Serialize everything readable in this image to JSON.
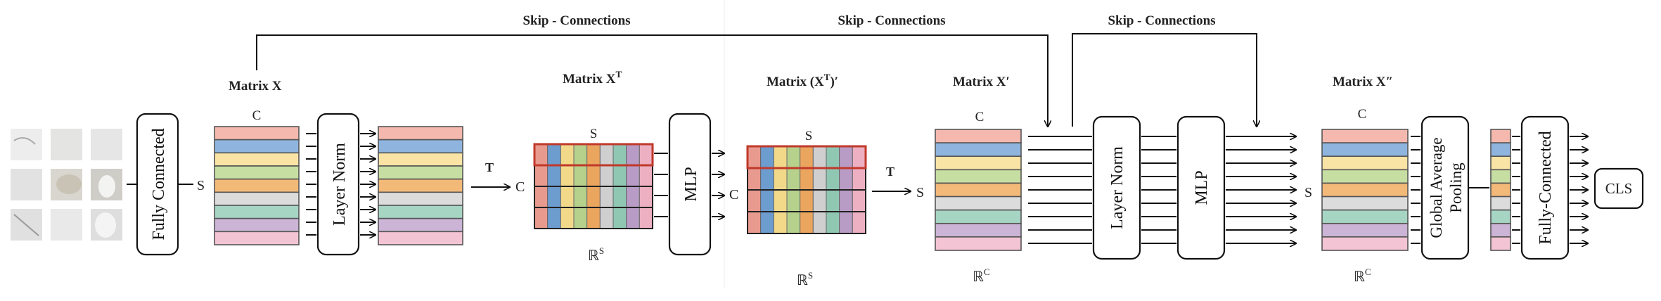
{
  "labels": {
    "skip_connections_1": "Skip - Connections",
    "skip_connections_2": "Skip - Connections",
    "skip_connections_3": "Skip - Connections",
    "fully_connected_1": "Fully Connected",
    "layer_norm_1": "Layer Norm",
    "mlp_1": "MLP",
    "layer_norm_2": "Layer Norm",
    "mlp_2": "MLP",
    "global_average_pooling_line1": "Global Average",
    "global_average_pooling_line2": "Pooling",
    "fully_connected_2": "Fully-Connected",
    "cls": "CLS",
    "matrix_x": "Matrix X",
    "matrix_xt": "Matrix X",
    "matrix_xt_sup": "T",
    "matrix_xt_prime": "Matrix (X",
    "matrix_xt_prime_sup": "T",
    "matrix_xt_prime_end": ")′",
    "matrix_x_prime": "Matrix X′",
    "matrix_x_double_prime": "Matrix X″",
    "dim_c": "C",
    "dim_s": "S",
    "transpose": "T",
    "real_s": "ℝ",
    "real_s_sup": "S",
    "real_c": "ℝ",
    "real_c_sup": "C"
  },
  "colors": {
    "row_colors": [
      "#f4b8ae",
      "#8fb5df",
      "#f9e3a5",
      "#c6dea2",
      "#f3b978",
      "#dcdcdc",
      "#a6d5c4",
      "#cbb4d6",
      "#f3c4d3"
    ],
    "col_colors": [
      "#e99a8f",
      "#6d9ccf",
      "#f2d98a",
      "#b6d18c",
      "#eaa55e",
      "#cfcfcf",
      "#8fc7b3",
      "#b89cc6",
      "#edb0c2"
    ],
    "highlight": "#c0392b",
    "stroke": "#555555",
    "text": "#222222"
  }
}
